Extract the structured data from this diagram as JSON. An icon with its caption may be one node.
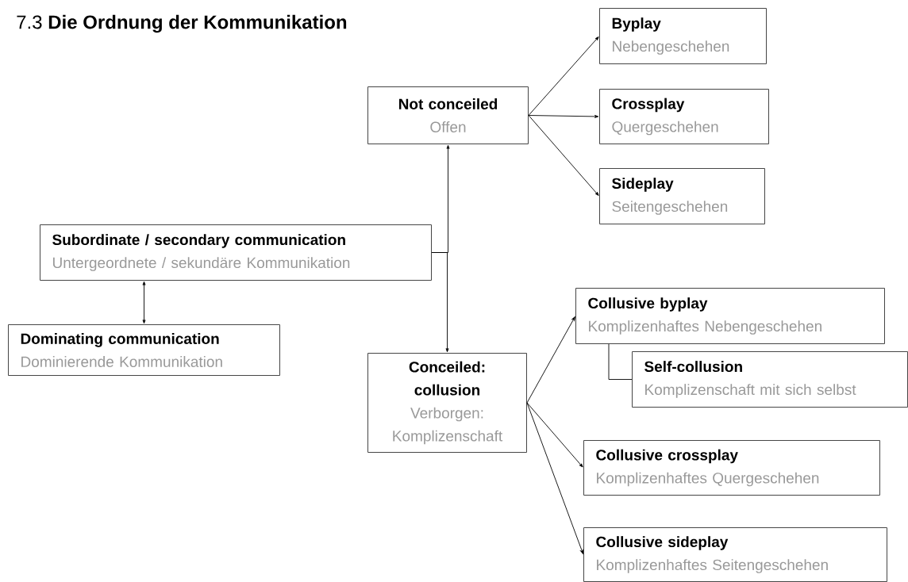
{
  "diagram": {
    "title": "7.3 **Die Ordnung der Kommunikation**",
    "nodes": [
      {
        "text": [
          "Subordinate / secondary communication",
          "Untergeordnete / sekundäre Kommunikation"
        ]
      },
      {
        "text": [
          "Not conceiled",
          "Offen"
        ]
      },
      {
        "text": [
          "Byplay",
          "Nebengeschehen"
        ]
      },
      {
        "text": [
          "Crossplay",
          "Quergeschehen"
        ]
      },
      {
        "text": [
          "Sideplay",
          "Seitengeschehen"
        ]
      },
      {
        "text": [
          "Dominating communication",
          "Dominierende Kommunikation"
        ]
      },
      {
        "text": [
          "Conceiled: collusion",
          "Verborgen: Komplizenschaft"
        ]
      },
      {
        "text": [
          "Collusive byplay",
          "Komplizenhaftes Nebengeschehen"
        ]
      },
      {
        "text": [
          "Self-collusion",
          "Komplizenschaft mit sich selbst"
        ]
      },
      {
        "text": [
          "Collusive crossplay",
          "Komplizenhaftes Quergeschehen"
        ]
      },
      {
        "text": [
          "Collusive sideplay",
          "Komplizenhaftes Seitengeschehen"
        ]
      }
    ],
    "edges": [
      {
        "from": 0,
        "to": 1,
        "arrow": "to"
      },
      {
        "from": 0,
        "to": 6,
        "arrow": "to"
      },
      {
        "from": 0,
        "to": 5,
        "arrow": "both"
      },
      {
        "from": 1,
        "to": 2,
        "arrow": "to"
      },
      {
        "from": 1,
        "to": 3,
        "arrow": "to"
      },
      {
        "from": 1,
        "to": 4,
        "arrow": "to"
      },
      {
        "from": 6,
        "to": 7,
        "arrow": "to"
      },
      {
        "from": 6,
        "to": 9,
        "arrow": "to"
      },
      {
        "from": 6,
        "to": 10,
        "arrow": "to"
      },
      {
        "from": 7,
        "to": 8,
        "arrow": "none"
      }
    ]
  }
}
